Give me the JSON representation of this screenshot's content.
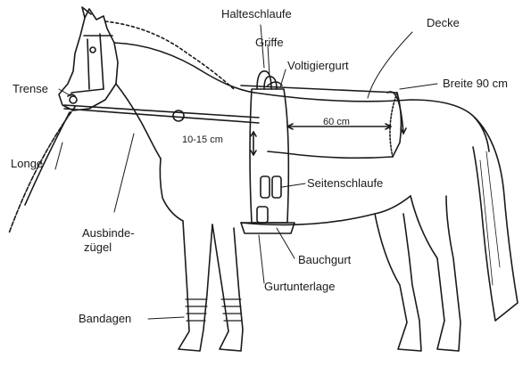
{
  "labels": {
    "halteschlaufe": "Halteschlaufe",
    "griffe": "Griffe",
    "voltigiergurt": "Voltigiergurt",
    "decke": "Decke",
    "breite": "Breite 90 cm",
    "trense": "Trense",
    "longe": "Longe",
    "ausbinde_line1": "Ausbinde-",
    "ausbinde_line2": "zügel",
    "measure_60": "60 cm",
    "measure_10_15": "10-15 cm",
    "seitenschlaufe": "Seitenschlaufe",
    "bauchgurt": "Bauchgurt",
    "gurtunterlage": "Gurtunterlage",
    "bandagen": "Bandagen"
  },
  "colors": {
    "ink": "#1a1a1a",
    "background": "#ffffff"
  }
}
